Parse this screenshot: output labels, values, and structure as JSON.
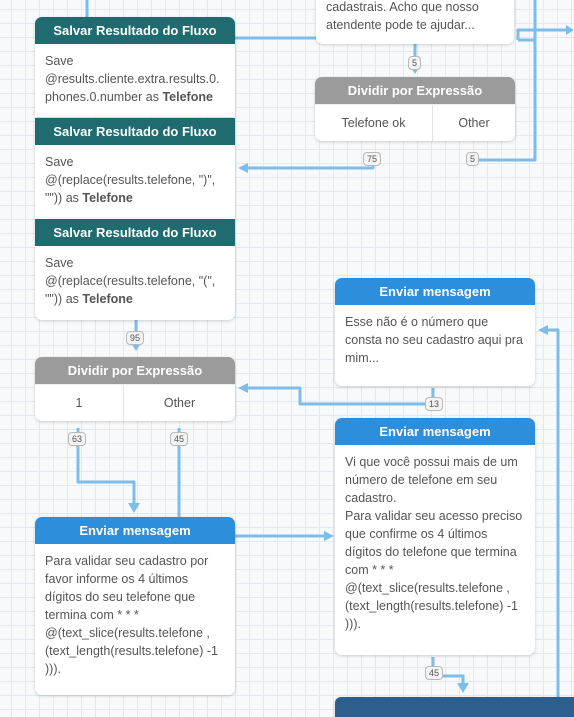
{
  "nodes": {
    "save1": {
      "header": "Salvar Resultado do Fluxo",
      "prefix": "Save",
      "expr": "@results.cliente.extra.results.0.phones.0.number",
      "as": "as",
      "var": "Telefone"
    },
    "save2": {
      "header": "Salvar Resultado do Fluxo",
      "prefix": "Save",
      "expr": "@(replace(results.telefone, \")\", \"\")) ",
      "as": "as",
      "var": "Telefone"
    },
    "save3": {
      "header": "Salvar Resultado do Fluxo",
      "prefix": "Save",
      "expr": "@(replace(results.telefone, \"(\", \"\")) ",
      "as": "as",
      "var": "Telefone"
    },
    "msgTop": {
      "line1": "cadastrais. Acho que nosso",
      "line2": "atendente pode te ajudar..."
    },
    "split1": {
      "header": "Dividir por Expressão",
      "cases": [
        "Telefone ok",
        "Other"
      ]
    },
    "split2": {
      "header": "Dividir por Expressão",
      "cases": [
        "1",
        "Other"
      ]
    },
    "msgA": {
      "header": "Enviar mensagem",
      "text": "Esse não é o número que consta no seu cadastro aqui pra mim..."
    },
    "msgB": {
      "header": "Enviar mensagem",
      "p1": "Vi que você possui mais de um número de telefone em seu cadastro.",
      "p2": "Para validar seu acesso preciso que confirme os 4 últimos dígitos do telefone que termina com * * * @(text_slice(results.telefone , (text_length(results.telefone) -1 )))."
    },
    "msgC": {
      "header": "Enviar mensagem",
      "text": "Para validar seu cadastro por favor informe os 4 últimos dígitos do seu telefone que termina com * * * @(text_slice(results.telefone , (text_length(results.telefone) -1 )))."
    }
  },
  "badges": {
    "b5a": "5",
    "b75": "75",
    "b5b": "5",
    "b95": "95",
    "b13": "13",
    "b63": "63",
    "b45a": "45",
    "b45b": "45"
  },
  "colors": {
    "wire": "#7fbde9",
    "teal": "#1f6b6f",
    "blue": "#2d8fdc",
    "grey": "#9b9b9b"
  }
}
